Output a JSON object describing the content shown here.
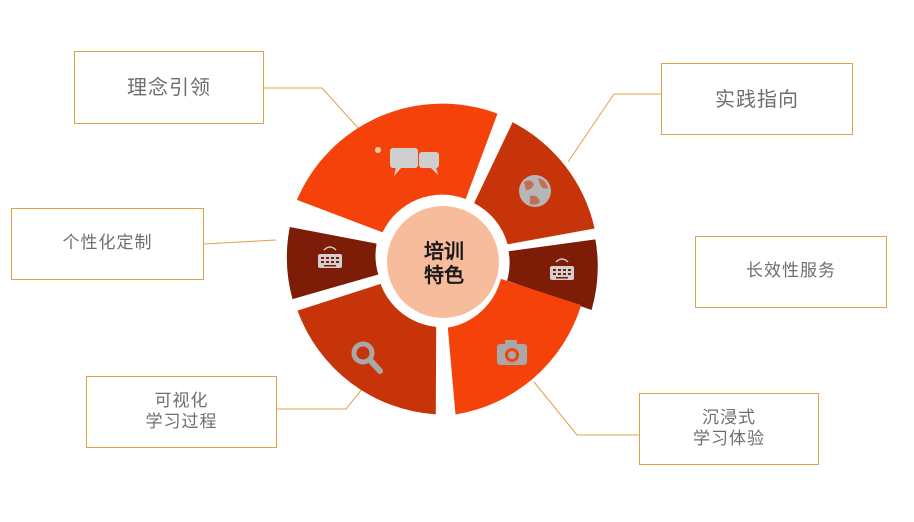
{
  "center": {
    "line1": "培训",
    "line2": "特色"
  },
  "labels": {
    "philosophy": "理念引领",
    "practice": "实践指向",
    "personalized": "个性化定制",
    "longterm": "长效性服务",
    "visual_line1": "可视化",
    "visual_line2": "学习过程",
    "immersive_line1": "沉浸式",
    "immersive_line2": "学习体验"
  },
  "icons": {
    "top_left": "chat-bubbles-icon",
    "top_right": "globe-icon",
    "right": "keyboard-icon",
    "left": "keyboard-icon",
    "bottom_left": "magnifier-icon",
    "bottom_right": "camera-icon"
  },
  "colors": {
    "orange_red": "#f5420b",
    "rust": "#c8340a",
    "dark_brown": "#7e1d07",
    "center_peach": "#f7bc9c",
    "connector": "#e3a04a",
    "icon_gray": "#a8a8a8"
  }
}
